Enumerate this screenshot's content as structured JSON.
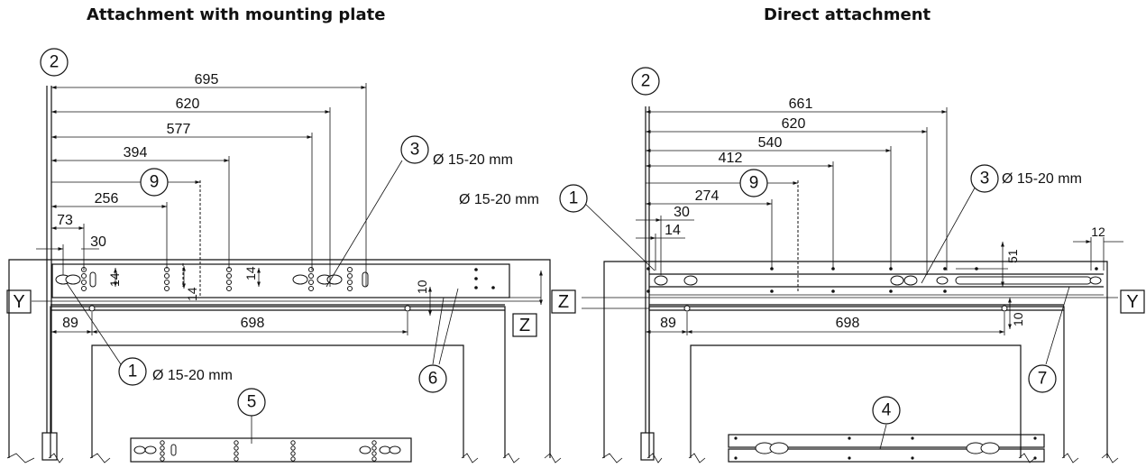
{
  "titles": {
    "left": "Attachment with mounting plate",
    "right": "Direct attachment"
  },
  "left": {
    "dims": [
      "695",
      "620",
      "577",
      "394",
      "256",
      "73",
      "30"
    ],
    "small_dims": [
      "14",
      "14",
      "14",
      "10"
    ],
    "bottom_dims": [
      "89",
      "698"
    ],
    "callouts": [
      "2",
      "9",
      "3",
      "1",
      "5",
      "6"
    ],
    "notes": [
      "Ø 15-20 mm",
      "Ø 15-20 mm"
    ],
    "box_labels": [
      "Y",
      "Z"
    ]
  },
  "right": {
    "dims": [
      "661",
      "620",
      "540",
      "412",
      "274",
      "30",
      "14"
    ],
    "small_dims": [
      "12",
      "51",
      "10"
    ],
    "bottom_dims": [
      "89",
      "698"
    ],
    "callouts": [
      "2",
      "9",
      "3",
      "1",
      "4",
      "7"
    ],
    "notes": [
      "Ø 15-20 mm",
      "Ø 15-20 mm"
    ],
    "box_labels": [
      "Z",
      "Y"
    ]
  }
}
